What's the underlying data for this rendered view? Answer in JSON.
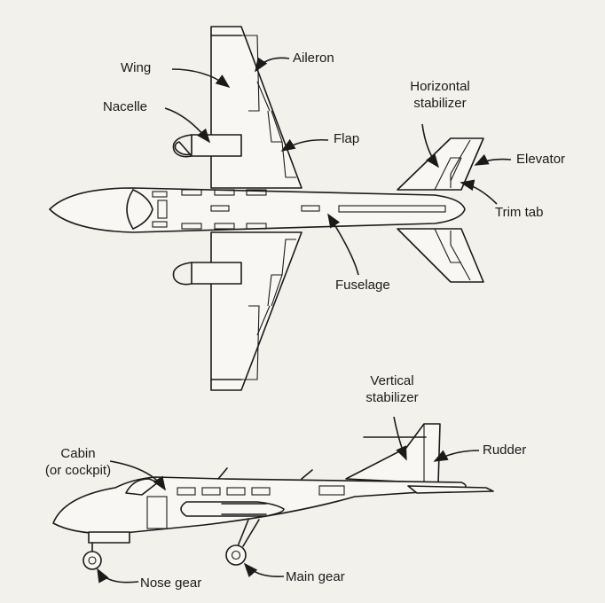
{
  "labels": {
    "wing": "Wing",
    "aileron": "Aileron",
    "nacelle": "Nacelle",
    "horizontal_stabilizer_1": "Horizontal",
    "horizontal_stabilizer_2": "stabilizer",
    "flap": "Flap",
    "elevator": "Elevator",
    "trim_tab": "Trim tab",
    "fuselage": "Fuselage",
    "vertical_stabilizer_1": "Vertical",
    "vertical_stabilizer_2": "stabilizer",
    "cabin_1": "Cabin",
    "cabin_2": "(or cockpit)",
    "rudder": "Rudder",
    "nose_gear": "Nose gear",
    "main_gear": "Main gear"
  }
}
